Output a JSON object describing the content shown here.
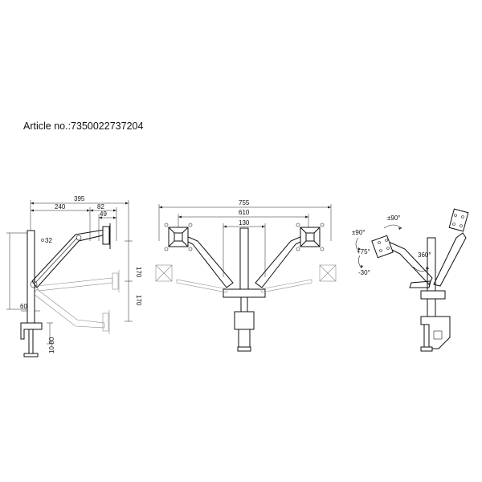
{
  "article": "Article no.:7350022737204",
  "side_view": {
    "dim_395": "395",
    "dim_240": "240",
    "dim_82": "82",
    "dim_49": "49",
    "angle_32": "32",
    "dim_170_top": "170",
    "dim_170_bottom": "170",
    "dim_60": "60",
    "dim_10_80": "10-80"
  },
  "front_view": {
    "dim_755": "755",
    "dim_610": "610",
    "dim_130": "130"
  },
  "rotation_view": {
    "tilt_90": "±90°",
    "swivel_90": "±90°",
    "tilt_up": "+75°",
    "tilt_down": "-30°",
    "rotate_360": "360°"
  }
}
